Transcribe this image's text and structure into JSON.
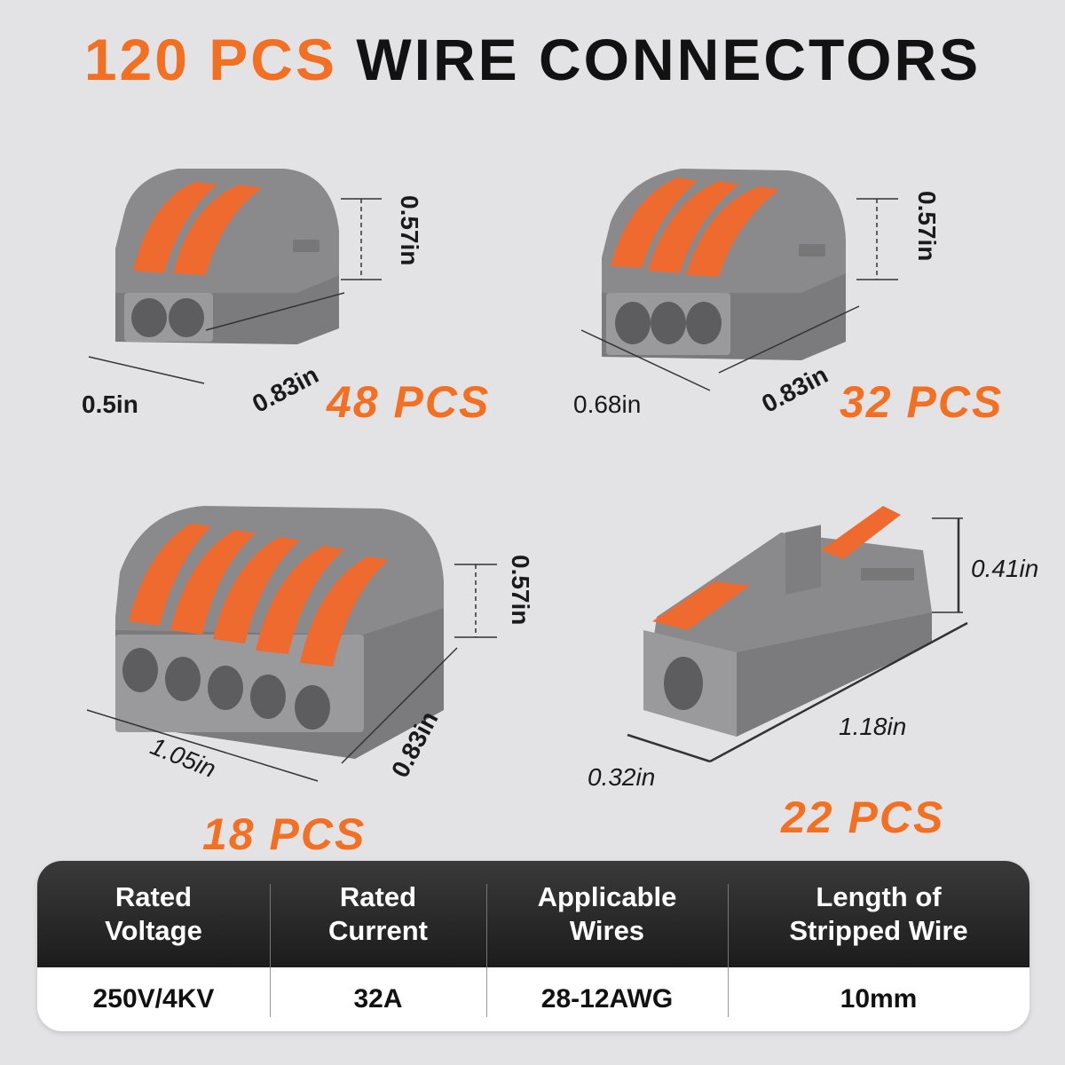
{
  "title": {
    "accent": "120 PCS",
    "main": "WIRE CONNECTORS"
  },
  "products": [
    {
      "ports": 2,
      "pcs": "48 PCS",
      "height": "0.57in",
      "depth": "0.83in",
      "width": "0.5in"
    },
    {
      "ports": 3,
      "pcs": "32 PCS",
      "height": "0.57in",
      "depth": "0.83in",
      "width": "0.68in"
    },
    {
      "ports": 5,
      "pcs": "18 PCS",
      "height": "0.57in",
      "depth": "0.83in",
      "width": "1.05in"
    },
    {
      "ports": 1,
      "pcs": "22 PCS",
      "height": "0.41in",
      "length": "1.18in",
      "width": "0.32in"
    }
  ],
  "colors": {
    "accent": "#f36f21",
    "lever": "#ef6a2e",
    "housing": "#8a8a8c",
    "background": "#e3e3e5"
  },
  "specs": {
    "headers": [
      [
        "Rated",
        "Voltage"
      ],
      [
        "Rated",
        "Current"
      ],
      [
        "Applicable",
        "Wires"
      ],
      [
        "Length of",
        "Stripped Wire"
      ]
    ],
    "values": [
      "250V/4KV",
      "32A",
      "28-12AWG",
      "10mm"
    ]
  }
}
